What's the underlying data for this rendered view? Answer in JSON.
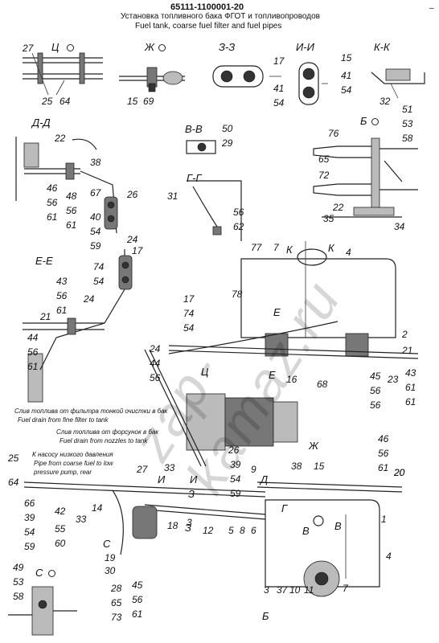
{
  "header": {
    "part_number": "65111-1100001-20",
    "title_ru": "Установка топливного бака ФГОТ и топливопроводов",
    "title_en": "Fuel tank, coarse fuel filter and fuel pipes"
  },
  "corner_mark": "–",
  "watermark": "zap-kamaz.ru",
  "sections": [
    "Ц",
    "Ж",
    "З-З",
    "И-И",
    "К-К",
    "Д-Д",
    "В-В",
    "Б",
    "Г-Г",
    "Е-Е",
    "С"
  ],
  "notes": {
    "fine_ru": "Слив топлива от фильтра тонкой очистки в бак",
    "fine_en": "Fuel drain from fine filter to tank",
    "nozzle_ru": "Слив топлива от форсунок в бак",
    "nozzle_en": "Fuel drain from nozzles to tank",
    "pump_ru": "К насосу низкого давления",
    "pump_en1": "Pipe from coarse fuel to low",
    "pump_en2": "pressure pump, rear"
  },
  "callouts": [
    "27",
    "25",
    "64",
    "15",
    "69",
    "17",
    "41",
    "54",
    "15",
    "41",
    "54",
    "32",
    "51",
    "53",
    "58",
    "22",
    "38",
    "46",
    "48",
    "56",
    "61",
    "56",
    "61",
    "67",
    "26",
    "40",
    "54",
    "59",
    "24",
    "50",
    "29",
    "76",
    "65",
    "72",
    "31",
    "56",
    "62",
    "22",
    "35",
    "34",
    "77",
    "7",
    "4",
    "17",
    "74",
    "54",
    "43",
    "56",
    "61",
    "24",
    "21",
    "44",
    "56",
    "61",
    "78",
    "17",
    "74",
    "54",
    "2",
    "24",
    "44",
    "56",
    "21",
    "16",
    "68",
    "45",
    "23",
    "43",
    "56",
    "61",
    "56",
    "61",
    "26",
    "39",
    "20",
    "33",
    "9",
    "38",
    "15",
    "54",
    "59",
    "46",
    "56",
    "61",
    "20",
    "25",
    "64",
    "66",
    "39",
    "42",
    "33",
    "14",
    "54",
    "55",
    "59",
    "60",
    "27",
    "18",
    "3",
    "12",
    "5",
    "8",
    "6",
    "1",
    "19",
    "30",
    "28",
    "65",
    "73",
    "45",
    "56",
    "61",
    "4",
    "49",
    "53",
    "58",
    "3",
    "37",
    "10",
    "11",
    "7"
  ],
  "lettermarks": [
    "Ц",
    "Е",
    "Е",
    "К",
    "К",
    "Д",
    "И",
    "И",
    "З",
    "З",
    "Ж",
    "В",
    "В",
    "Б",
    "Г",
    "С"
  ]
}
